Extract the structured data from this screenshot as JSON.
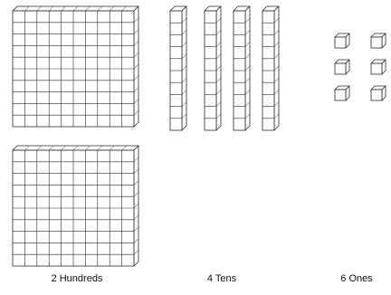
{
  "diagram": {
    "hundreds": {
      "count": 2,
      "label": "2 Hundreds"
    },
    "tens": {
      "count": 4,
      "label": "4 Tens"
    },
    "ones": {
      "count": 6,
      "label": "6 Ones"
    }
  },
  "colors": {
    "line": "#2a2a2a",
    "fill": "#ffffff",
    "background": "#ffffff"
  }
}
